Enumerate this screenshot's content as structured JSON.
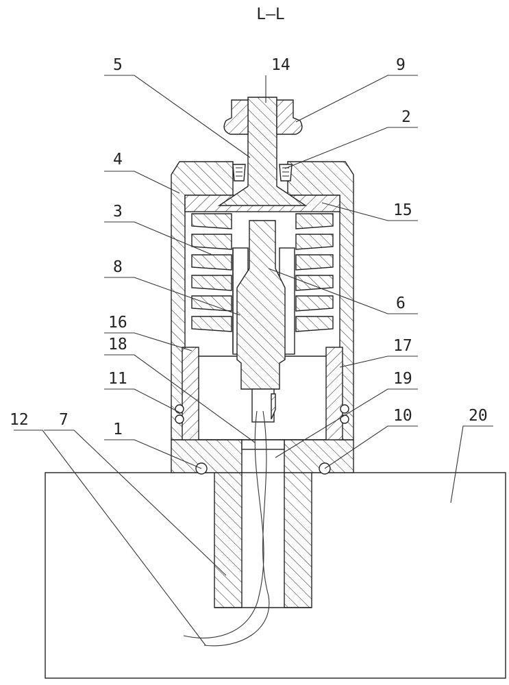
{
  "section_title": "L—L",
  "labels": {
    "l1": "1",
    "l2": "2",
    "l3": "3",
    "l4": "4",
    "l5": "5",
    "l6": "6",
    "l7": "7",
    "l8": "8",
    "l9": "9",
    "l10": "10",
    "l11": "11",
    "l12": "12",
    "l14": "14",
    "l15": "15",
    "l16": "16",
    "l17": "17",
    "l18": "18",
    "l19": "19",
    "l20": "20"
  }
}
